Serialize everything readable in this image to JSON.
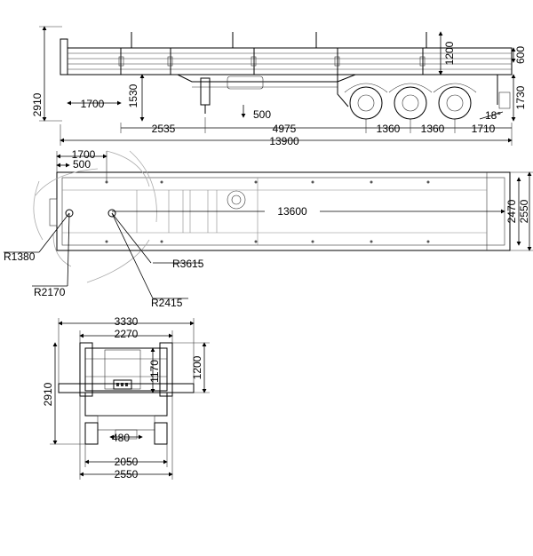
{
  "side_view": {
    "height_total": "2910",
    "front_overhang": "1700",
    "deck_height": "1530",
    "kingpin_offset": "500",
    "stake_height": "1200",
    "side_board": "600",
    "rear_height": "1730",
    "angle": "18°",
    "segments": [
      "2535",
      "4975",
      "1360",
      "1360",
      "1710"
    ],
    "length_total": "13900"
  },
  "top_view": {
    "front_top": "1700",
    "front_inner": "500",
    "inner_length": "13600",
    "inner_width": "2470",
    "outer_width": "2550",
    "radii": [
      "R1380",
      "R3615",
      "R2170",
      "R2415"
    ]
  },
  "front_view": {
    "width_max": "3330",
    "width_mid": "2270",
    "height_total": "2910",
    "board_height": "1170",
    "stake_height": "1200",
    "kingpin_width": "480",
    "axle_width": "2050",
    "overall_width": "2550"
  }
}
